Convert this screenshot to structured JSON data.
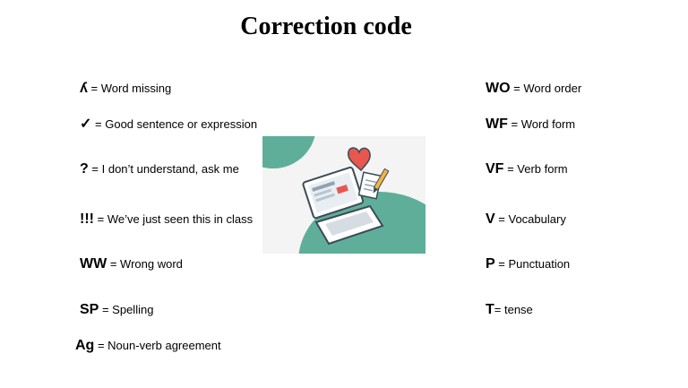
{
  "title": "Correction code",
  "left_codes": [
    {
      "code": "ʎ",
      "desc": "= Word missing"
    },
    {
      "code": "✓",
      "desc": "= Good sentence or expression"
    },
    {
      "code": "?",
      "desc": "= I don’t understand, ask me"
    },
    {
      "code": "!!!",
      "desc": "= We’ve just seen this in class"
    },
    {
      "code": "WW",
      "desc": "= Wrong word"
    },
    {
      "code": "SP",
      "desc": "= Spelling"
    },
    {
      "code": "Ag",
      "desc": "= Noun-verb agreement"
    }
  ],
  "right_codes": [
    {
      "code": "WO",
      "desc": "= Word order"
    },
    {
      "code": "WF",
      "desc": "= Word form"
    },
    {
      "code": "VF",
      "desc": "= Verb form"
    },
    {
      "code": "V",
      "desc": "= Vocabulary"
    },
    {
      "code": "P",
      "desc": "= Punctuation"
    },
    {
      "code": "T",
      "desc": "= tense"
    }
  ],
  "colors": {
    "accent_teal": "#5fae9a",
    "heart_red": "#e8574f"
  }
}
